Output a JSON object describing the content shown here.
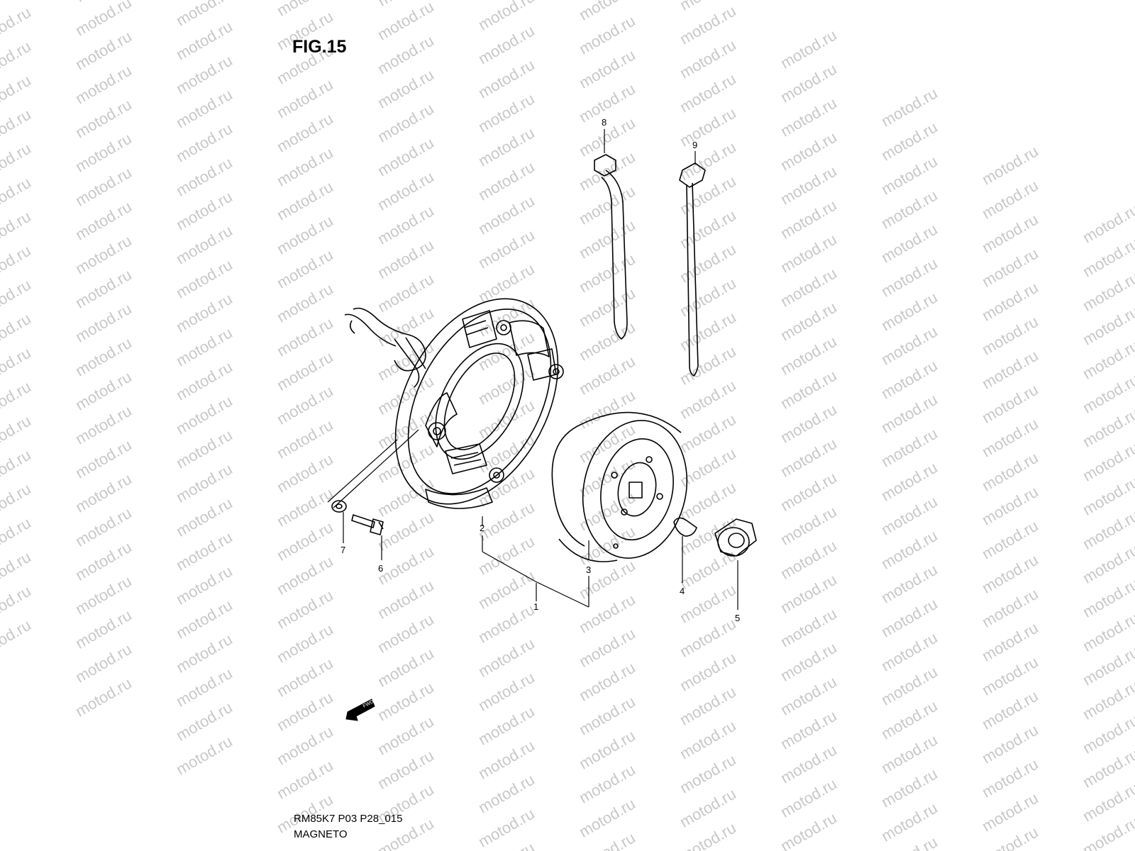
{
  "figure": {
    "title": "FIG.15",
    "code": "RM85K7 P03 P28_015",
    "caption": "MAGNETO",
    "fwd_label": "FWD",
    "watermark": "motod.ru"
  },
  "callouts": [
    "1",
    "2",
    "3",
    "4",
    "5",
    "6",
    "7",
    "8",
    "9"
  ],
  "colors": {
    "line": "#000000",
    "watermark": "#c8c8c8",
    "background": "#ffffff"
  }
}
